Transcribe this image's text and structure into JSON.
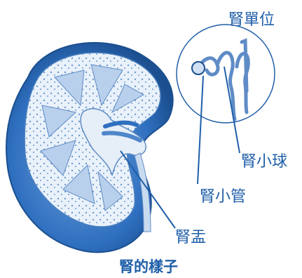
{
  "labels": {
    "nephron": "腎單位",
    "glomerulus": "腎小球",
    "tubule": "腎小管",
    "pelvis": "腎盂"
  },
  "caption": "腎的樣子",
  "colors": {
    "primary_blue": "#1f5fa8",
    "light_blue": "#cfe0f3",
    "mid_blue": "#7fa7d6",
    "dark_blue": "#1b4f8f",
    "cortex_fill": "#e9f1fa"
  },
  "icons": {
    "kidney": "kidney-cross-section-illustration",
    "nephron": "nephron-inset-illustration"
  }
}
